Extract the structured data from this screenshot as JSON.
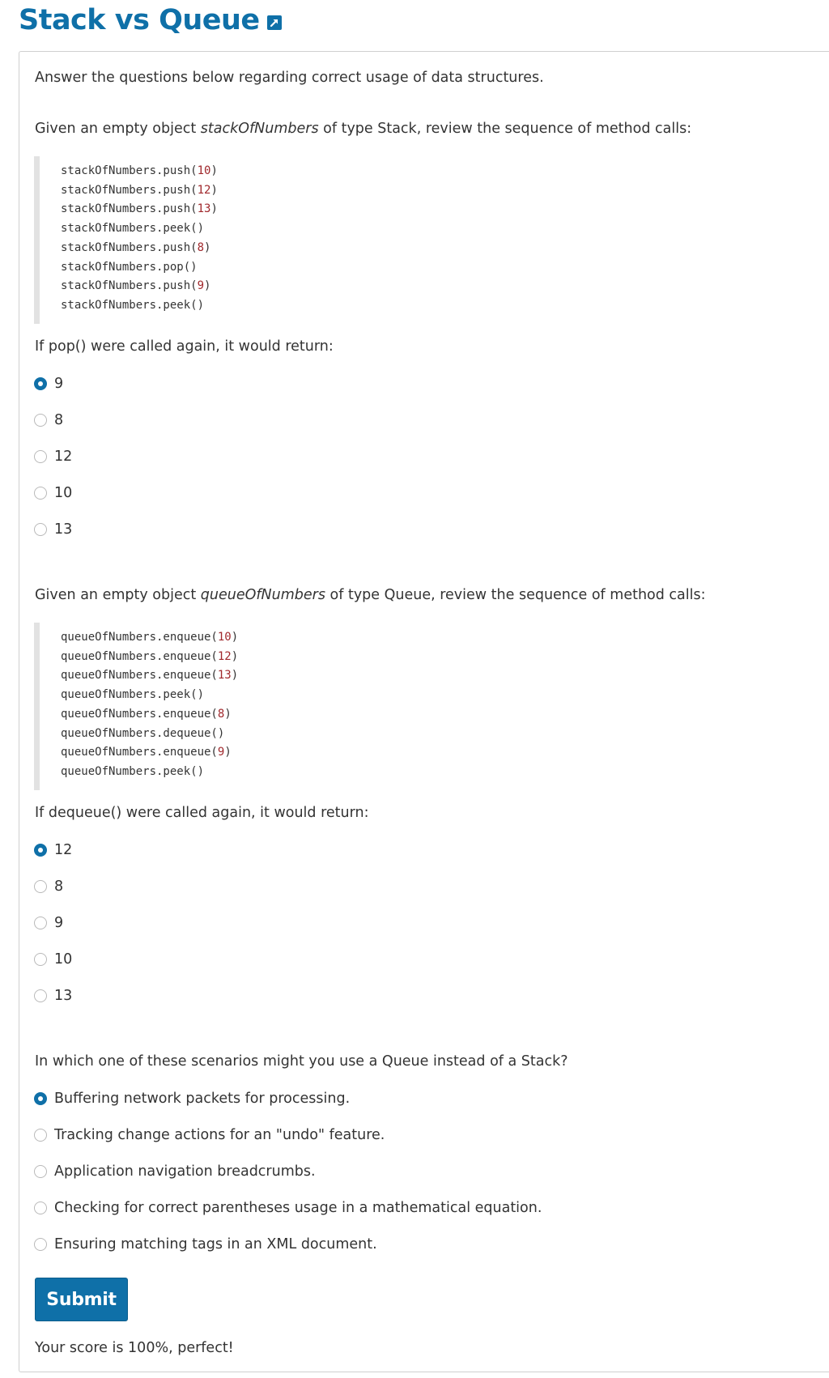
{
  "page": {
    "title": "Stack vs Queue",
    "title_color": "#0f70a8",
    "external_link_icon": "external-link-icon"
  },
  "quiz": {
    "intro": "Answer the questions below regarding correct usage of data structures.",
    "questions": [
      {
        "prompt_before": "Given an empty object ",
        "prompt_object": "stackOfNumbers",
        "prompt_after": " of type Stack, review the sequence of method calls:",
        "code": [
          {
            "call": "stackOfNumbers.push(",
            "arg": "10",
            "close": ")"
          },
          {
            "call": "stackOfNumbers.push(",
            "arg": "12",
            "close": ")"
          },
          {
            "call": "stackOfNumbers.push(",
            "arg": "13",
            "close": ")"
          },
          {
            "call": "stackOfNumbers.peek()",
            "arg": "",
            "close": ""
          },
          {
            "call": "stackOfNumbers.push(",
            "arg": "8",
            "close": ")"
          },
          {
            "call": "stackOfNumbers.pop()",
            "arg": "",
            "close": ""
          },
          {
            "call": "stackOfNumbers.push(",
            "arg": "9",
            "close": ")"
          },
          {
            "call": "stackOfNumbers.peek()",
            "arg": "",
            "close": ""
          }
        ],
        "question": "If pop() were called again, it would return:",
        "options": [
          "9",
          "8",
          "12",
          "10",
          "13"
        ],
        "selected": 0
      },
      {
        "prompt_before": "Given an empty object ",
        "prompt_object": "queueOfNumbers",
        "prompt_after": " of type Queue, review the sequence of method calls:",
        "code": [
          {
            "call": "queueOfNumbers.enqueue(",
            "arg": "10",
            "close": ")"
          },
          {
            "call": "queueOfNumbers.enqueue(",
            "arg": "12",
            "close": ")"
          },
          {
            "call": "queueOfNumbers.enqueue(",
            "arg": "13",
            "close": ")"
          },
          {
            "call": "queueOfNumbers.peek()",
            "arg": "",
            "close": ""
          },
          {
            "call": "queueOfNumbers.enqueue(",
            "arg": "8",
            "close": ")"
          },
          {
            "call": "queueOfNumbers.dequeue()",
            "arg": "",
            "close": ""
          },
          {
            "call": "queueOfNumbers.enqueue(",
            "arg": "9",
            "close": ")"
          },
          {
            "call": "queueOfNumbers.peek()",
            "arg": "",
            "close": ""
          }
        ],
        "question": "If dequeue() were called again, it would return:",
        "options": [
          "12",
          "8",
          "9",
          "10",
          "13"
        ],
        "selected": 0
      },
      {
        "question": "In which one of these scenarios might you use a Queue instead of a Stack?",
        "options": [
          "Buffering network packets for processing.",
          "Tracking change actions for an \"undo\" feature.",
          "Application navigation breadcrumbs.",
          "Checking for correct parentheses usage in a mathematical equation.",
          "Ensuring matching tags in an XML document."
        ],
        "selected": 0
      }
    ],
    "submit_label": "Submit",
    "score_text": "Your score is 100%, perfect!"
  },
  "colors": {
    "accent": "#0f70a8",
    "code_number": "#a0282c",
    "text": "#333333"
  }
}
